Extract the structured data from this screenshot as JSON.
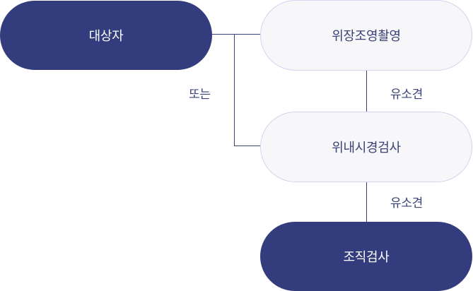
{
  "nodes": {
    "subject": "대상자",
    "upper_gi": "위장조영촬영",
    "endoscopy": "위내시경검사",
    "biopsy": "조직검사"
  },
  "edge_labels": {
    "or": "또는",
    "finding_1": "유소견",
    "finding_2": "유소견"
  },
  "colors": {
    "dark_node": "#333d7e",
    "light_node_bg": "#f7f7f9",
    "light_node_border": "#d3d4f0",
    "line": "#3a4178"
  }
}
